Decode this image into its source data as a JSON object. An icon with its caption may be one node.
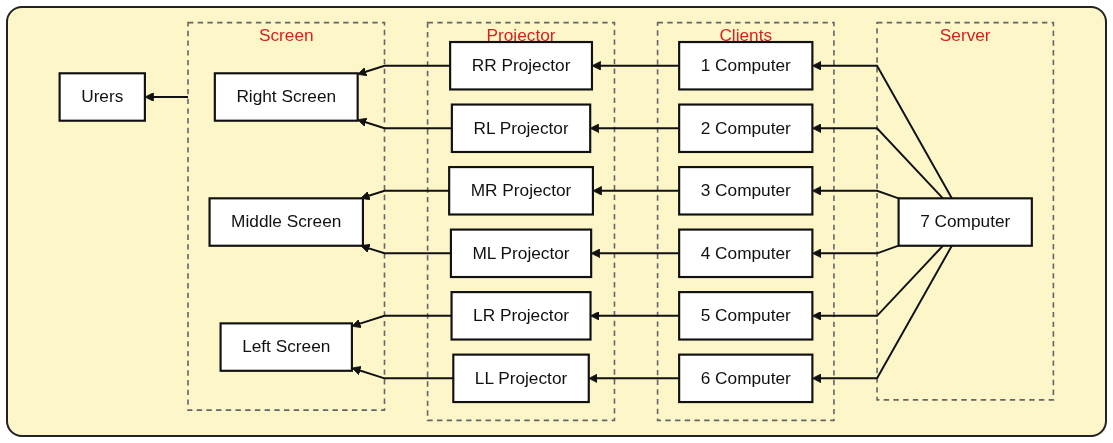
{
  "diagram": {
    "nodes": [
      {
        "text": [
          "Urers"
        ]
      },
      {
        "text": [
          "Screen"
        ]
      },
      {
        "text": [
          "Right Screen"
        ],
        "in": 1
      },
      {
        "text": [
          "Middle Screen"
        ],
        "in": 1
      },
      {
        "text": [
          "Left Screen"
        ],
        "in": 1
      },
      {
        "text": [
          "Projector"
        ]
      },
      {
        "text": [
          "RR Projector"
        ],
        "in": 5
      },
      {
        "text": [
          "RL Projector"
        ],
        "in": 5
      },
      {
        "text": [
          "MR Projector"
        ],
        "in": 5
      },
      {
        "text": [
          "ML Projector"
        ],
        "in": 5
      },
      {
        "text": [
          "LR Projector"
        ],
        "in": 5
      },
      {
        "text": [
          "LL Projector"
        ],
        "in": 5
      },
      {
        "text": [
          "Clients"
        ]
      },
      {
        "text": [
          "1 Computer"
        ],
        "in": 12
      },
      {
        "text": [
          "2 Computer"
        ],
        "in": 12
      },
      {
        "text": [
          "3 Computer"
        ],
        "in": 12
      },
      {
        "text": [
          "4 Computer"
        ],
        "in": 12
      },
      {
        "text": [
          "5 Computer"
        ],
        "in": 12
      },
      {
        "text": [
          "6 Computer"
        ],
        "in": 12
      },
      {
        "text": [
          "Server"
        ]
      },
      {
        "text": [
          "7 Computer"
        ],
        "in": 19
      }
    ],
    "edges": [
      {
        "from": 1,
        "to": 0,
        "arrow": "to"
      },
      {
        "from": 6,
        "to": 2,
        "arrow": "to"
      },
      {
        "from": 7,
        "to": 2,
        "arrow": "to"
      },
      {
        "from": 8,
        "to": 3,
        "arrow": "to"
      },
      {
        "from": 9,
        "to": 3,
        "arrow": "to"
      },
      {
        "from": 10,
        "to": 4,
        "arrow": "to"
      },
      {
        "from": 11,
        "to": 4,
        "arrow": "to"
      },
      {
        "from": 13,
        "to": 6,
        "arrow": "to"
      },
      {
        "from": 14,
        "to": 7,
        "arrow": "to"
      },
      {
        "from": 15,
        "to": 8,
        "arrow": "to"
      },
      {
        "from": 16,
        "to": 9,
        "arrow": "to"
      },
      {
        "from": 17,
        "to": 10,
        "arrow": "to"
      },
      {
        "from": 18,
        "to": 11,
        "arrow": "to"
      },
      {
        "from": 20,
        "to": 13,
        "arrow": "to"
      },
      {
        "from": 20,
        "to": 14,
        "arrow": "to"
      },
      {
        "from": 20,
        "to": 15,
        "arrow": "to"
      },
      {
        "from": 20,
        "to": 16,
        "arrow": "to"
      },
      {
        "from": 20,
        "to": 17,
        "arrow": "to"
      },
      {
        "from": 20,
        "to": 18,
        "arrow": "to"
      }
    ]
  }
}
